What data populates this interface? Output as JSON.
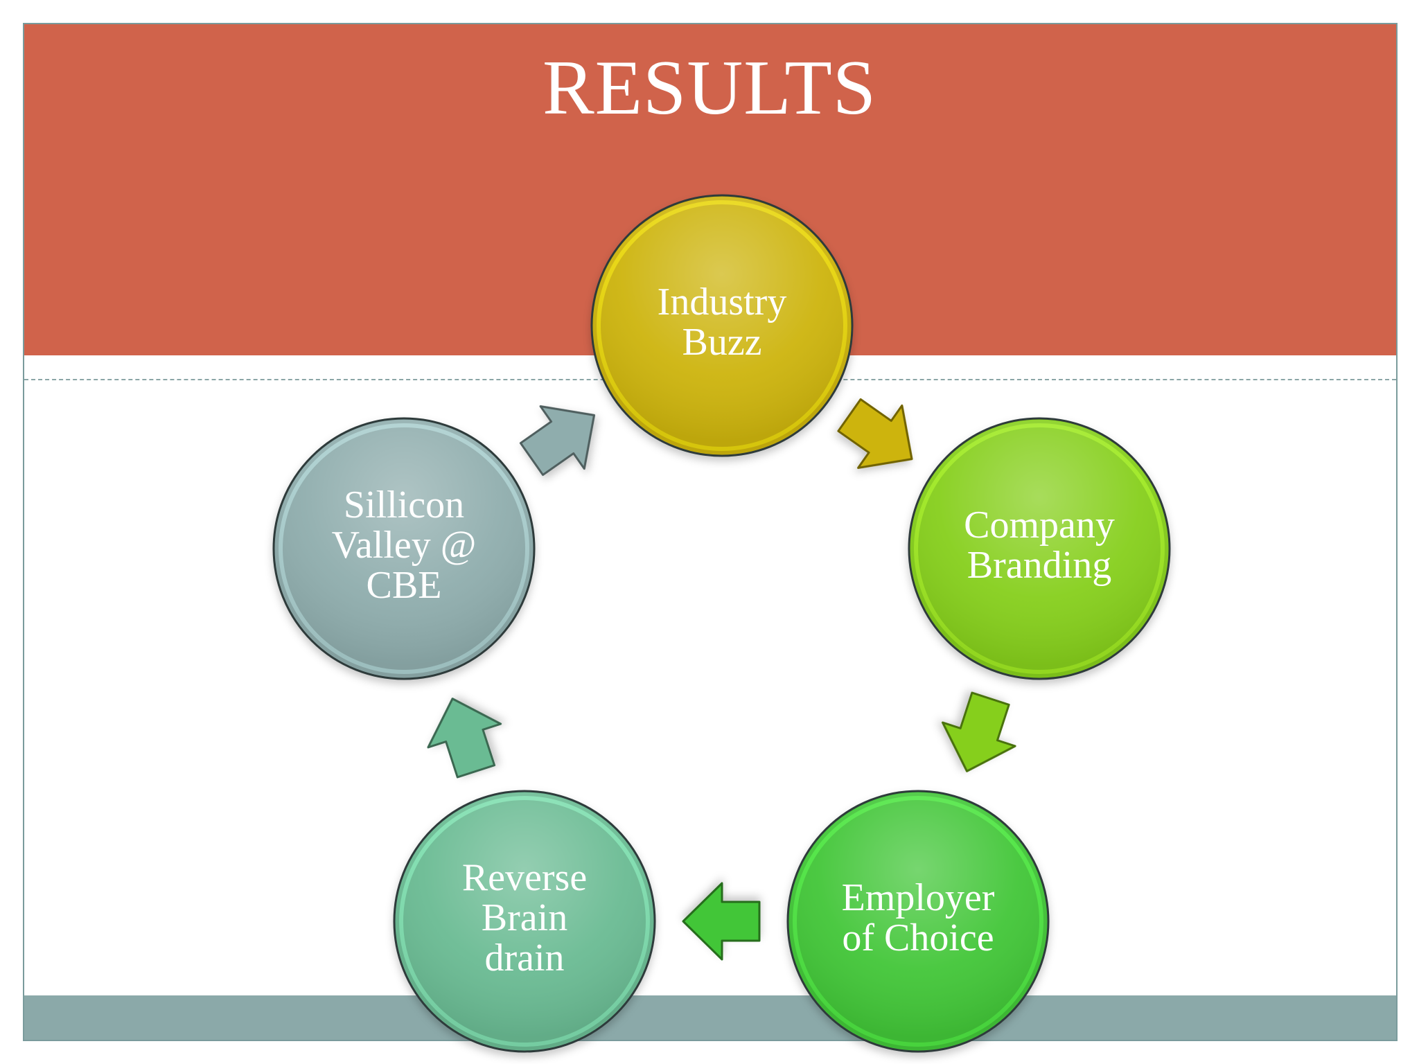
{
  "slide": {
    "title": "RESULTS"
  },
  "cycle": {
    "nodes": [
      {
        "id": "industry-buzz",
        "lines": [
          "Industry",
          "Buzz"
        ],
        "color": "#cdb40a"
      },
      {
        "id": "company-branding",
        "lines": [
          "Company",
          "Branding"
        ],
        "color": "#86cf1e"
      },
      {
        "id": "employer-of-choice",
        "lines": [
          "Employer",
          "of Choice"
        ],
        "color": "#43c637"
      },
      {
        "id": "reverse-brain-drain",
        "lines": [
          "Reverse",
          "Brain",
          "drain"
        ],
        "color": "#6abb93"
      },
      {
        "id": "sillicon-valley",
        "lines": [
          "Sillicon",
          "Valley @",
          "CBE"
        ],
        "color": "#8fadad"
      }
    ],
    "accent_colors": {
      "header": "#d0634b",
      "footer": "#8ba9a9"
    }
  }
}
